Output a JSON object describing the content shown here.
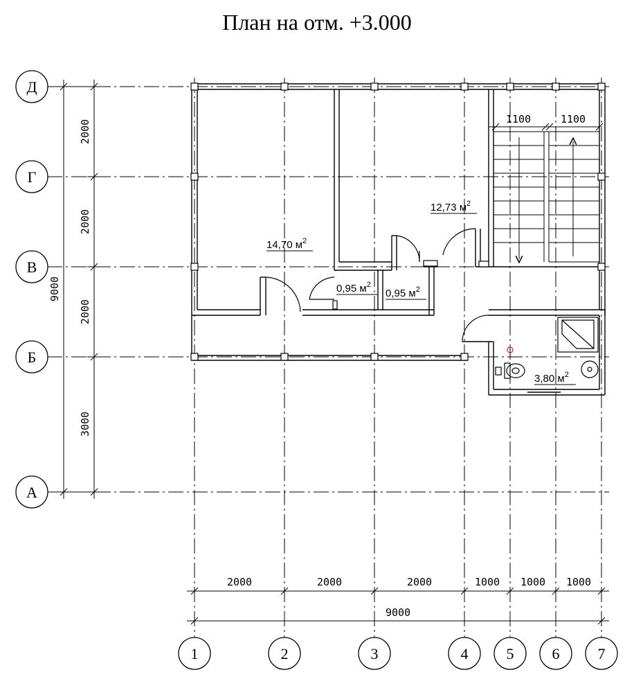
{
  "title": "План на отм. +3.000",
  "axes": {
    "horizontal": [
      "Д",
      "Г",
      "В",
      "Б",
      "А"
    ],
    "vertical": [
      "1",
      "2",
      "3",
      "4",
      "5",
      "6",
      "7"
    ]
  },
  "dimensions": {
    "left": [
      "2000",
      "2000",
      "2000",
      "3000"
    ],
    "left_total": "9000",
    "bottom": [
      "2000",
      "2000",
      "2000",
      "1000",
      "1000",
      "1000"
    ],
    "bottom_total": "9000",
    "stair": [
      "1100",
      "1100"
    ]
  },
  "rooms": [
    {
      "area": "14,70 м",
      "sup": "2"
    },
    {
      "area": "12,73 м",
      "sup": "2"
    },
    {
      "area": "0,95 м",
      "sup": "2"
    },
    {
      "area": "0,95 м",
      "sup": "2"
    },
    {
      "area": "3,80 м",
      "sup": "2"
    }
  ]
}
